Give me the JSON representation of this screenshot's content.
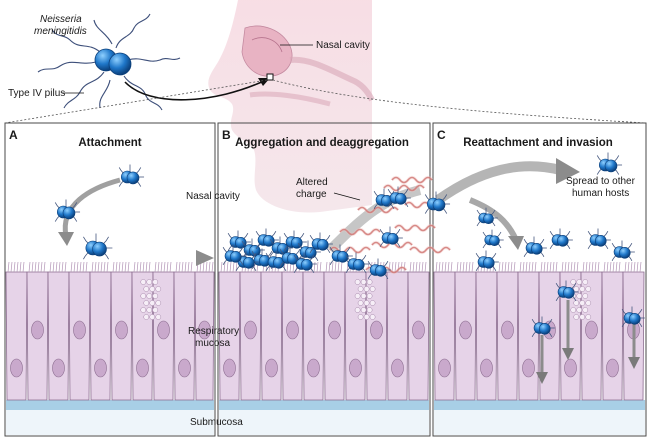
{
  "organism": [
    "Neisseria",
    "meningitidis"
  ],
  "pilus_label": "Type IV pilus",
  "nasal_cavity_top": "Nasal cavity",
  "panels": [
    {
      "letter": "A",
      "title": "Attachment"
    },
    {
      "letter": "B",
      "title": "Aggregation and deaggregation"
    },
    {
      "letter": "C",
      "title": "Reattachment and invasion"
    }
  ],
  "nasal_cavity_panel": "Nasal cavity",
  "altered_charge": [
    "Altered",
    "charge"
  ],
  "spread": [
    "Spread to other",
    "human hosts"
  ],
  "mucosa": [
    "Respiratory",
    "mucosa"
  ],
  "submucosa": "Submucosa",
  "colors": {
    "bacterium": "#1f77c9",
    "bacterium_dark": "#0b3f7a",
    "cell_fill": "#e6d3e8",
    "cell_stroke": "#8a6b8e",
    "nucleus": "#c9a9cc",
    "submucosa_band": "#a8cfe6",
    "face": "#f2cdd8",
    "charge": "#c0504d",
    "arrow": "#9a9a9a"
  }
}
